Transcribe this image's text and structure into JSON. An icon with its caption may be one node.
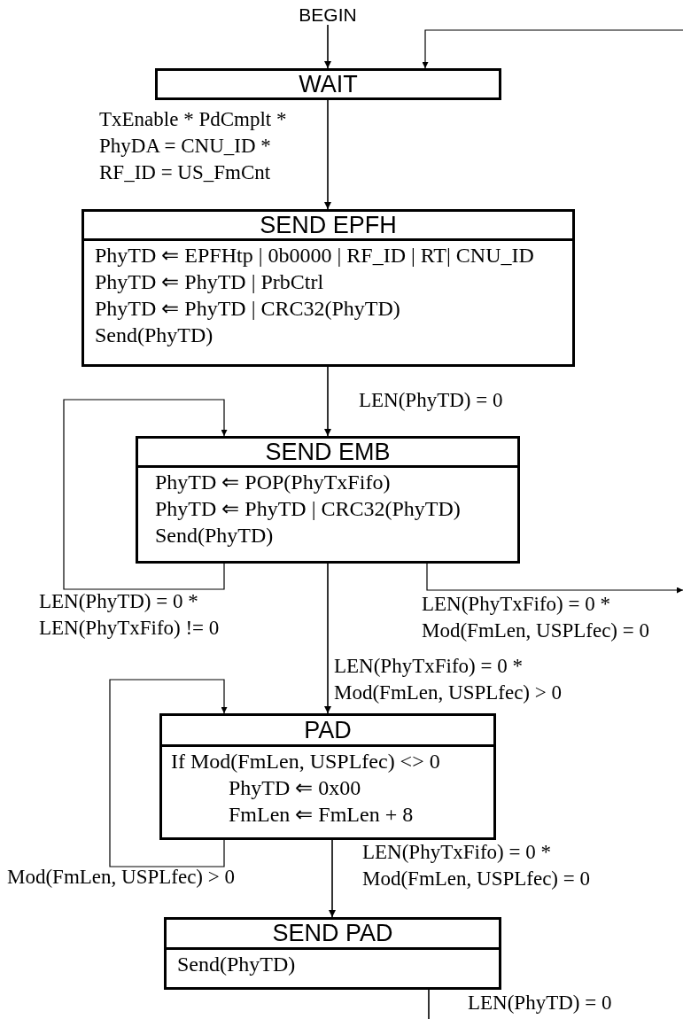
{
  "diagram": {
    "nodes": [
      {
        "text": [
          "BEGIN"
        ]
      },
      {
        "text": [
          "WAIT"
        ]
      },
      {
        "text": [
          "SEND EPFH",
          "PhyTD ⇐ EPFHtp | 0b0000 | RF_ID | RT| CNU_ID",
          "PhyTD ⇐ PhyTD | PrbCtrl",
          "PhyTD ⇐ PhyTD | CRC32(PhyTD)",
          "Send(PhyTD)"
        ]
      },
      {
        "text": [
          "SEND EMB",
          "PhyTD ⇐ POP(PhyTxFifo)",
          "PhyTD ⇐ PhyTD | CRC32(PhyTD)",
          "Send(PhyTD)"
        ]
      },
      {
        "text": [
          "PAD",
          "If Mod(FmLen, USPLfec) <> 0",
          "PhyTD ⇐ 0x00",
          "FmLen ⇐ FmLen + 8"
        ]
      },
      {
        "text": [
          "SEND PAD",
          "Send(PhyTD)"
        ]
      }
    ],
    "edges": [
      {
        "from": 0,
        "to": 1,
        "arrow": "to"
      },
      {
        "from": null,
        "to": 1,
        "arrow": "to"
      },
      {
        "from": 1,
        "to": 2,
        "arrow": "to",
        "label": "TxEnable * PdCmplt * PhyDA = CNU_ID * RF_ID = US_FmCnt"
      },
      {
        "from": 2,
        "to": 3,
        "arrow": "to",
        "label": "LEN(PhyTD) = 0"
      },
      {
        "from": 3,
        "to": 3,
        "arrow": "to",
        "label": "LEN(PhyTD) = 0 * LEN(PhyTxFifo) != 0"
      },
      {
        "from": 3,
        "to": null,
        "arrow": "to",
        "label": "LEN(PhyTxFifo) = 0 * Mod(FmLen, USPLfec) = 0"
      },
      {
        "from": 3,
        "to": 4,
        "arrow": "to",
        "label": "LEN(PhyTxFifo) = 0 * Mod(FmLen, USPLfec) > 0"
      },
      {
        "from": 4,
        "to": 4,
        "arrow": "to",
        "label": "Mod(FmLen, USPLfec) > 0"
      },
      {
        "from": 4,
        "to": 5,
        "arrow": "to",
        "label": "LEN(PhyTxFifo) = 0 * Mod(FmLen, USPLfec) = 0"
      },
      {
        "from": 5,
        "to": null,
        "arrow": "none",
        "label": "LEN(PhyTD) = 0"
      }
    ]
  }
}
